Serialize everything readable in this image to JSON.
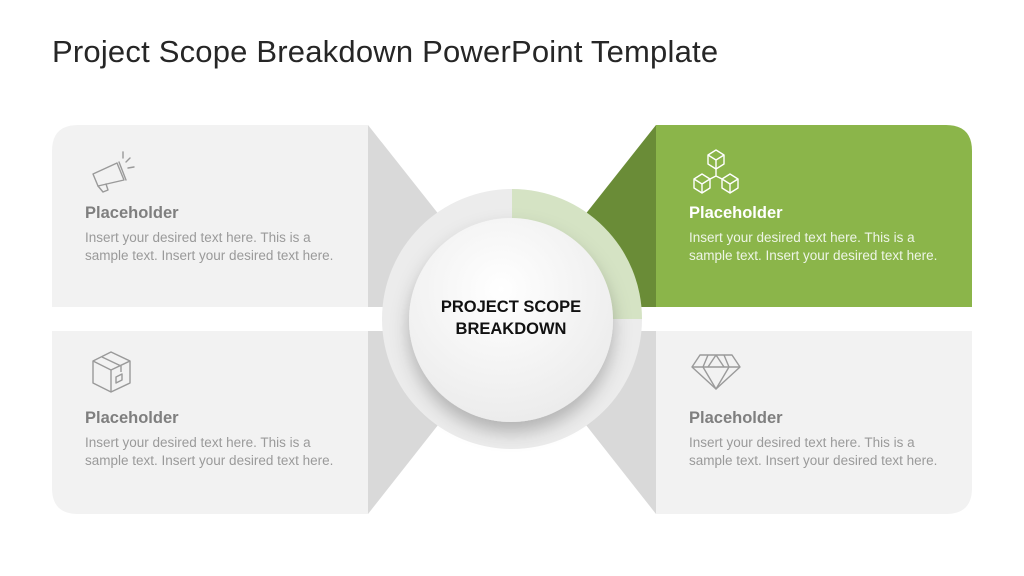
{
  "title": "Project Scope Breakdown PowerPoint Template",
  "colors": {
    "card_bg": "#f2f2f2",
    "wedge_gray": "#d9d9d9",
    "accent_green": "#8bb54a",
    "accent_green_dark": "#6a8c37",
    "accent_green_light": "#d5e3c4",
    "center_circle": "#f4f4f4"
  },
  "center": {
    "line1": "PROJECT SCOPE",
    "line2": "BREAKDOWN"
  },
  "cards": {
    "top_left": {
      "icon": "megaphone-icon",
      "title": "Placeholder",
      "body": "Insert your desired text here. This is a sample text. Insert your desired text here."
    },
    "top_right": {
      "icon": "cubes-icon",
      "title": "Placeholder",
      "body": "Insert your desired text here. This is a sample text. Insert your desired text here.",
      "highlighted": true
    },
    "bottom_left": {
      "icon": "box-icon",
      "title": "Placeholder",
      "body": "Insert your desired text here. This is a sample text. Insert your desired text here."
    },
    "bottom_right": {
      "icon": "diamond-icon",
      "title": "Placeholder",
      "body": "Insert your desired text here. This is a sample text. Insert your desired text here."
    }
  }
}
